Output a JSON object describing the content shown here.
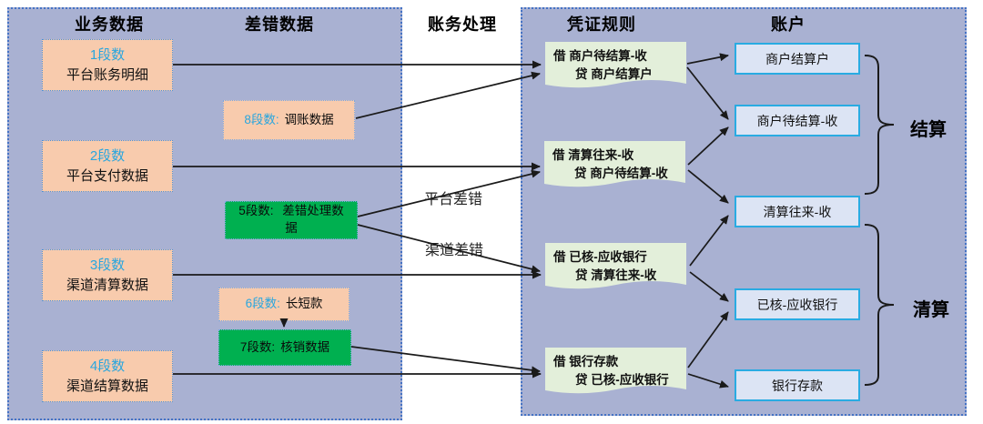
{
  "columns": {
    "business_data": "业务数据",
    "error_data": "差错数据",
    "accounting_process": "账务处理",
    "voucher_rules": "凭证规则",
    "accounts": "账户"
  },
  "left_panel": {
    "business_boxes": [
      {
        "tag": "1段数",
        "label": "平台账务明细"
      },
      {
        "tag": "2段数",
        "label": "平台支付数据"
      },
      {
        "tag": "3段数",
        "label": "渠道清算数据"
      },
      {
        "tag": "4段数",
        "label": "渠道结算数据"
      }
    ],
    "error_boxes": [
      {
        "tag": "8段数:",
        "label": "调账数据",
        "type": "orange"
      },
      {
        "tag": "5段数:",
        "label": "差错处理数据",
        "type": "green"
      },
      {
        "tag": "6段数:",
        "label": "长短款",
        "type": "orange"
      },
      {
        "tag": "7段数:",
        "label": "核销数据",
        "type": "green"
      }
    ]
  },
  "middle": {
    "flow_labels": [
      {
        "label": "平台差错"
      },
      {
        "label": "渠道差错"
      }
    ]
  },
  "right_panel": {
    "voucher_rules": [
      {
        "debit": "借 商户待结算-收",
        "credit": "贷 商户结算户"
      },
      {
        "debit": "借 清算往来-收",
        "credit": "贷 商户待结算-收"
      },
      {
        "debit": "借 已核-应收银行",
        "credit": "贷 清算往来-收"
      },
      {
        "debit": "借 银行存款",
        "credit": "贷 已核-应收银行"
      }
    ],
    "accounts": [
      "商户结算户",
      "商户待结算-收",
      "清算往来-收",
      "已核-应收银行",
      "银行存款"
    ],
    "groups": [
      {
        "label": "结算"
      },
      {
        "label": "清算"
      }
    ]
  },
  "colors": {
    "panel_bg": "#a9b1d2",
    "panel_border": "#4472c4",
    "business_box_fill": "#f8cbad",
    "error_green_fill": "#00b050",
    "rule_fill": "#e3efda",
    "account_fill": "#dce4f4",
    "account_border": "#29abe2",
    "segment_tag_text": "#2aa6de",
    "connector": "#1a1a1a"
  }
}
